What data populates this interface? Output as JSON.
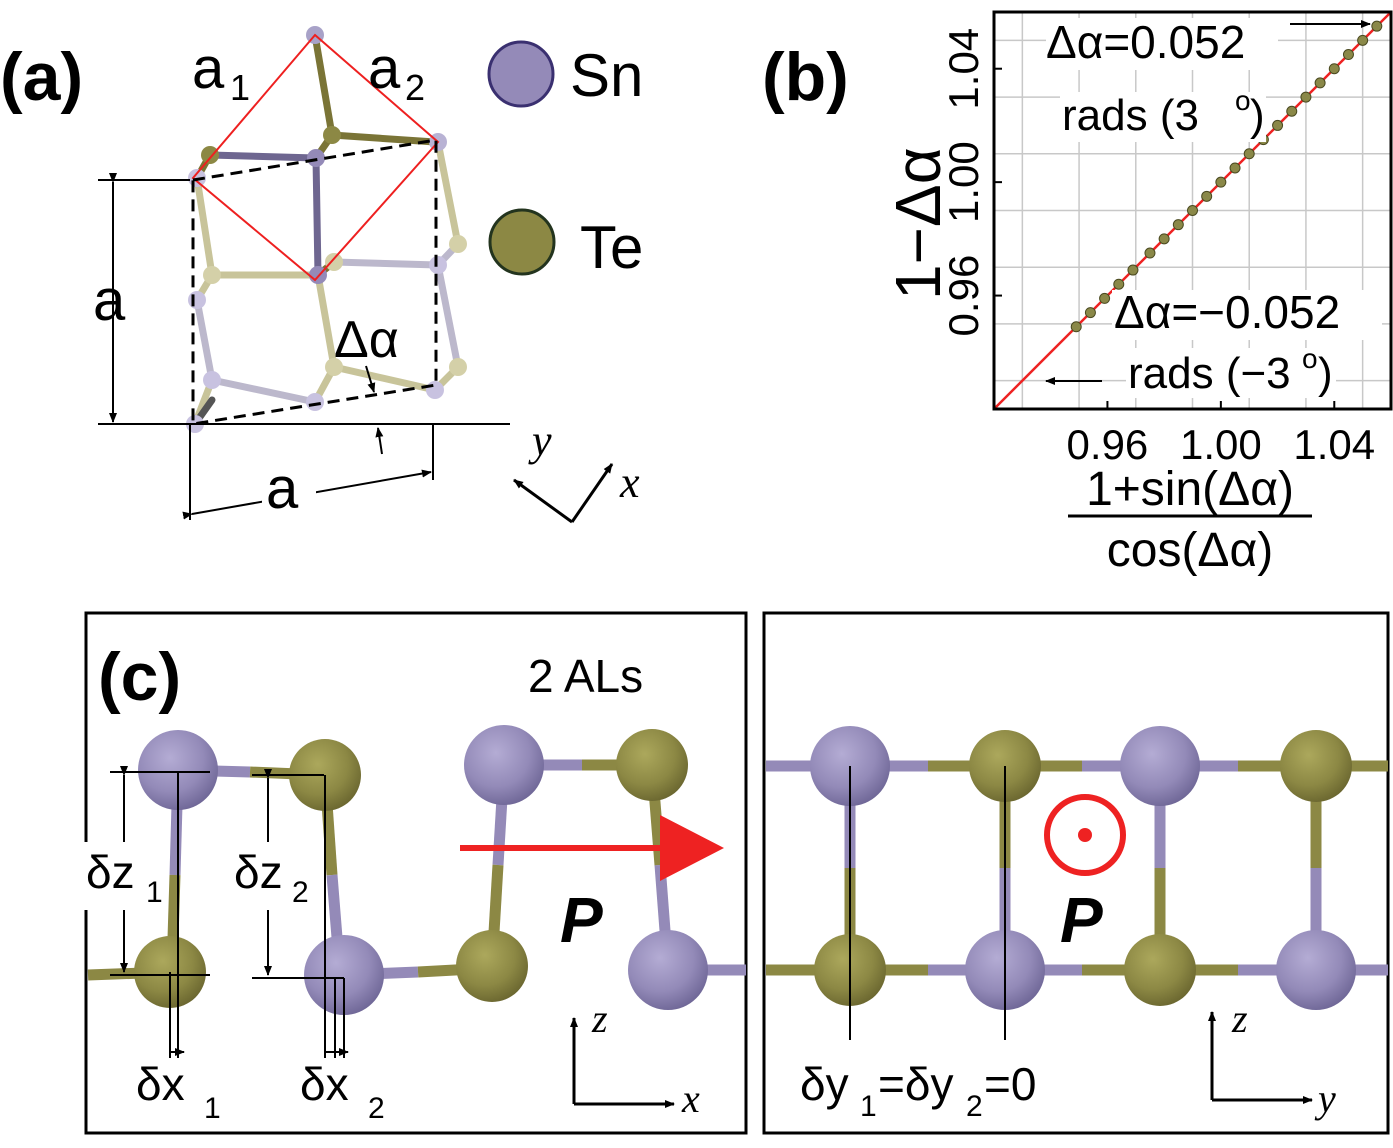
{
  "panel_a": {
    "label": "(a)",
    "a1": "a",
    "a1_sub": "1",
    "a2": "a",
    "a2_sub": "2",
    "side_label": "a",
    "bottom_label": "a",
    "angle_label": "Δα",
    "legend": [
      {
        "name": "Sn",
        "color": "#948ab8"
      },
      {
        "name": "Te",
        "color": "#8c8844"
      }
    ],
    "axis_y": "y",
    "axis_x": "x"
  },
  "panel_b": {
    "label": "(b)",
    "annotation_top_line1": "Δα=0.052",
    "annotation_top_line2": "rads (3",
    "annotation_top_deg": "o",
    "annotation_top_close": ")",
    "annotation_bottom_line1": "Δα=−0.052",
    "annotation_bottom_line2": "rads (−3",
    "annotation_bottom_deg": "o",
    "annotation_bottom_close": ")"
  },
  "chart_data": {
    "type": "scatter",
    "ylabel": "1−Δα",
    "xlabel_numerator": "1+sin(Δα)",
    "xlabel_denominator": "cos(Δα)",
    "x_ticks": [
      "0.96",
      "1.00",
      "1.04"
    ],
    "y_ticks": [
      "0.96",
      "1.00",
      "1.04"
    ],
    "xlim": [
      0.92,
      1.06
    ],
    "ylim": [
      0.92,
      1.06
    ],
    "grid": true,
    "series": [
      {
        "marker_color": "#8a8848",
        "line_color": "#ee2222",
        "x": [
          0.949,
          0.954,
          0.959,
          0.964,
          0.969,
          0.975,
          0.98,
          0.985,
          0.99,
          0.995,
          1.0,
          1.005,
          1.01,
          1.015,
          1.02,
          1.025,
          1.03,
          1.035,
          1.04,
          1.045,
          1.05,
          1.055
        ],
        "y": [
          0.949,
          0.954,
          0.959,
          0.964,
          0.969,
          0.975,
          0.98,
          0.985,
          0.99,
          0.995,
          1.0,
          1.005,
          1.01,
          1.015,
          1.02,
          1.025,
          1.03,
          1.035,
          1.04,
          1.045,
          1.05,
          1.055
        ]
      }
    ]
  },
  "panel_c": {
    "label": "(c)",
    "als": "2 ALs",
    "dz1": "δz",
    "dz1_sub": "1",
    "dz2": "δz",
    "dz2_sub": "2",
    "dx1": "δx",
    "dx1_sub": "1",
    "dx2": "δx",
    "dx2_sub": "2",
    "P": "P",
    "right_dy_1": "δy",
    "right_dy_1_sub": "1",
    "right_dy_2": "=δy",
    "right_dy_2_sub": "2",
    "right_dy_3": "=0",
    "axis_z": "z",
    "axis_x": "x",
    "axis_y": "y",
    "sn_color": "#948ab8",
    "te_color": "#8c8844",
    "arrow_color": "#ee2222"
  }
}
